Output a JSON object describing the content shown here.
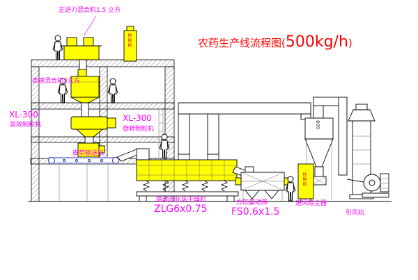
{
  "title": {
    "prefix": "农药生产线流程图(",
    "capacity": "500kg/h",
    "suffix": ")"
  },
  "equipment": {
    "top_mixer_label": "正进力混合机1.5 立方",
    "high_speed_mixer_label": "高速混合机3立方",
    "granulator_left": {
      "model": "XL-300",
      "name": "高效制粒机"
    },
    "granulator_right": {
      "model": "XL-300",
      "name": "旋转制粒机"
    },
    "belt_conveyor_label": "皮带输送机",
    "fluid_bed_dryer": {
      "name": "振动流化床干燥机",
      "model": "ZLG6x0.75"
    },
    "square_sieve": {
      "name": "方形震动筛",
      "model": "FS0.6x1.5"
    },
    "dust_collector_label": "送风除尘器",
    "fan_label": "引风机",
    "cyclone_dim": "600",
    "control_cabinet_label": "控制柜"
  },
  "colors": {
    "equipment_fill": "#ffff00",
    "label_magenta": "#ff00ff",
    "title_red": "#ff0000",
    "line_black": "#000000",
    "conveyor_blue": "#2233aa"
  }
}
